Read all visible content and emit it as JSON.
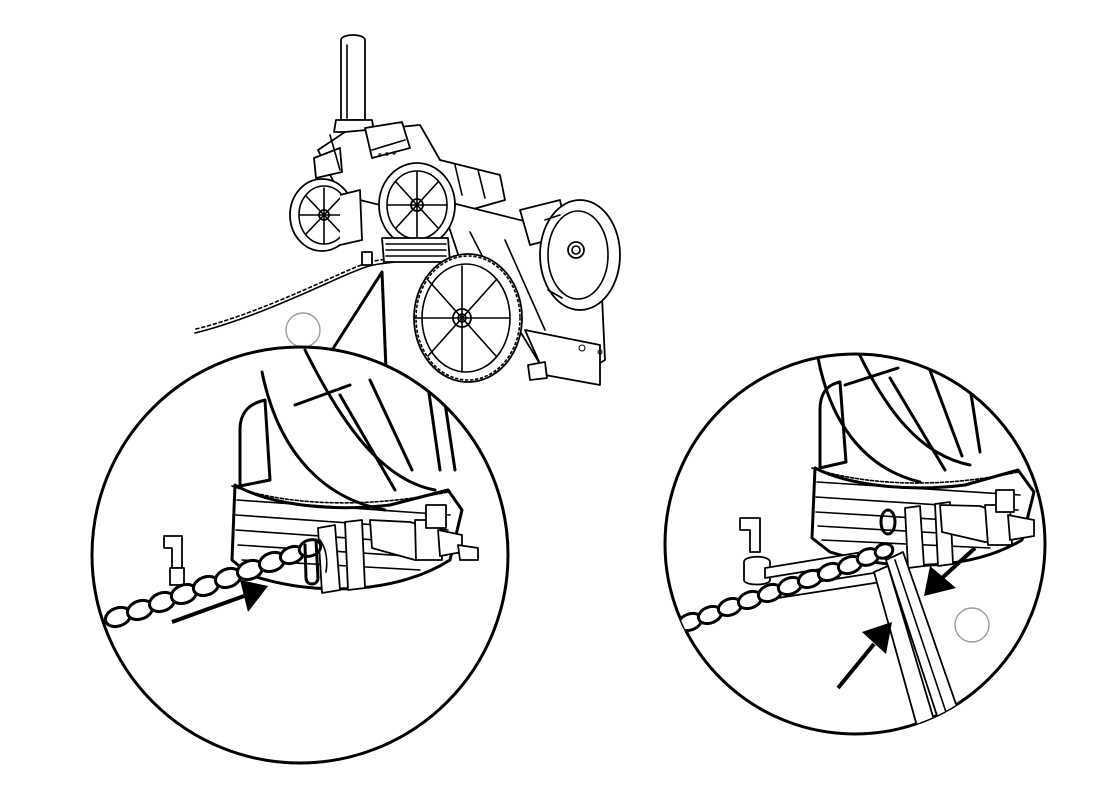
{
  "figure": {
    "background": "#ffffff",
    "ink": "#000000",
    "step_marker_stroke": "#9a9a9a"
  },
  "icons": {
    "overview": "traction-engine-illustration",
    "detail_left": "chain-attach-detail",
    "detail_right": "chain-clip-detail",
    "arrow": "arrow-icon",
    "marker": "step-marker-circle"
  }
}
